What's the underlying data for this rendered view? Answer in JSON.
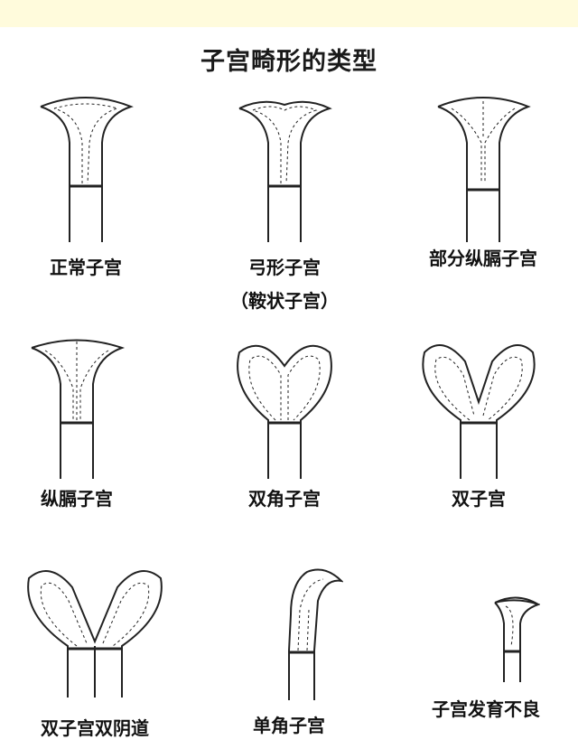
{
  "title": "子宫畸形的类型",
  "types": [
    {
      "label": "正常子宫",
      "shape": "normal"
    },
    {
      "label": "弓形子宫",
      "sublabel": "（鞍状子宫）",
      "shape": "arcuate"
    },
    {
      "label": "部分纵膈子宫",
      "shape": "partial-septate"
    },
    {
      "label": "纵膈子宫",
      "shape": "septate"
    },
    {
      "label": "双角子宫",
      "shape": "bicornuate"
    },
    {
      "label": "双子宫",
      "shape": "didelphys"
    },
    {
      "label": "双子宫双阴道",
      "shape": "didelphys-double-vagina"
    },
    {
      "label": "单角子宫",
      "shape": "unicornuate"
    },
    {
      "label": "子宫发育不良",
      "shape": "hypoplastic"
    }
  ]
}
